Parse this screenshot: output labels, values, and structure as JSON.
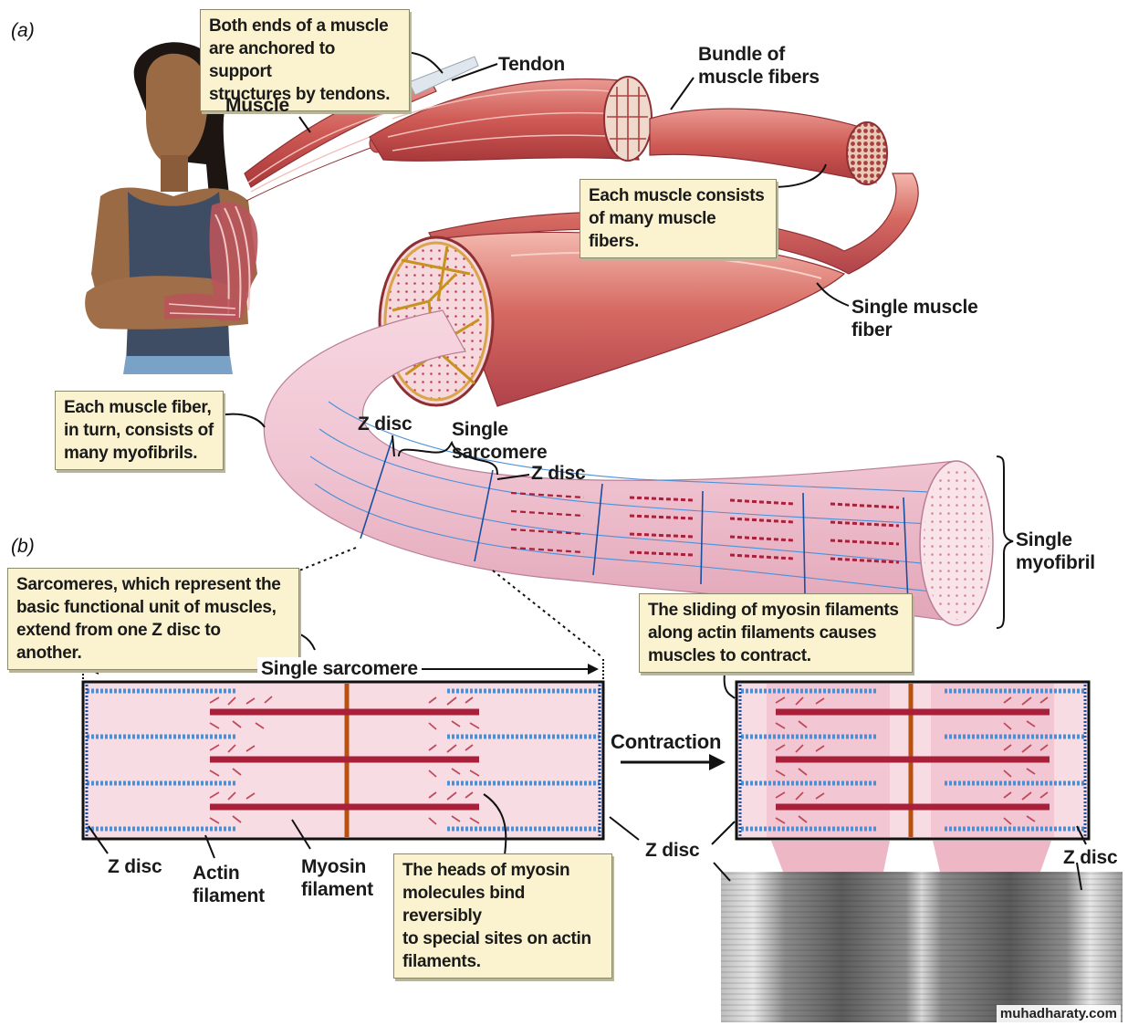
{
  "panels": {
    "a": "a",
    "b": "b"
  },
  "callouts": {
    "tendons": "Both ends of a muscle\nare anchored to support\nstructures by tendons.",
    "fibers": "Each muscle consists\nof many muscle fibers.",
    "myofibrils": "Each muscle fiber,\nin turn, consists of\nmany myofibrils.",
    "sarcomeres": "Sarcomeres, which represent the\nbasic functional unit of muscles,\nextend from one Z disc to another.",
    "sliding": "The sliding of myosin filaments\nalong actin filaments causes\nmuscles to contract.",
    "heads": "The heads of myosin\nmolecules bind reversibly\nto special sites on actin\nfilaments."
  },
  "labels": {
    "tendon": "Tendon",
    "muscle": "Muscle",
    "bundle": "Bundle of\nmuscle fibers",
    "single_fiber": "Single muscle\nfiber",
    "z_disc_top": "Z disc",
    "single_sarcomere_top": "Single\nsarcomere",
    "z_disc_top2": "Z disc",
    "single_myofibril": "Single\nmyofibril",
    "single_sarcomere_b": "Single sarcomere",
    "contraction": "Contraction",
    "z_disc_left": "Z disc",
    "actin": "Actin\nfilament",
    "myosin": "Myosin\nfilament",
    "z_disc_mid": "Z disc",
    "z_disc_right": "Z disc"
  },
  "watermark": "muhadharaty.com",
  "colors": {
    "muscle": "#c8504f",
    "muscle_light": "#e8a0a0",
    "myofibril": "#f2c8d4",
    "actin": "#4a90d9",
    "myosin": "#a8203a",
    "zline": "#1a4fa0",
    "callout_bg": "#fbf3cf"
  }
}
